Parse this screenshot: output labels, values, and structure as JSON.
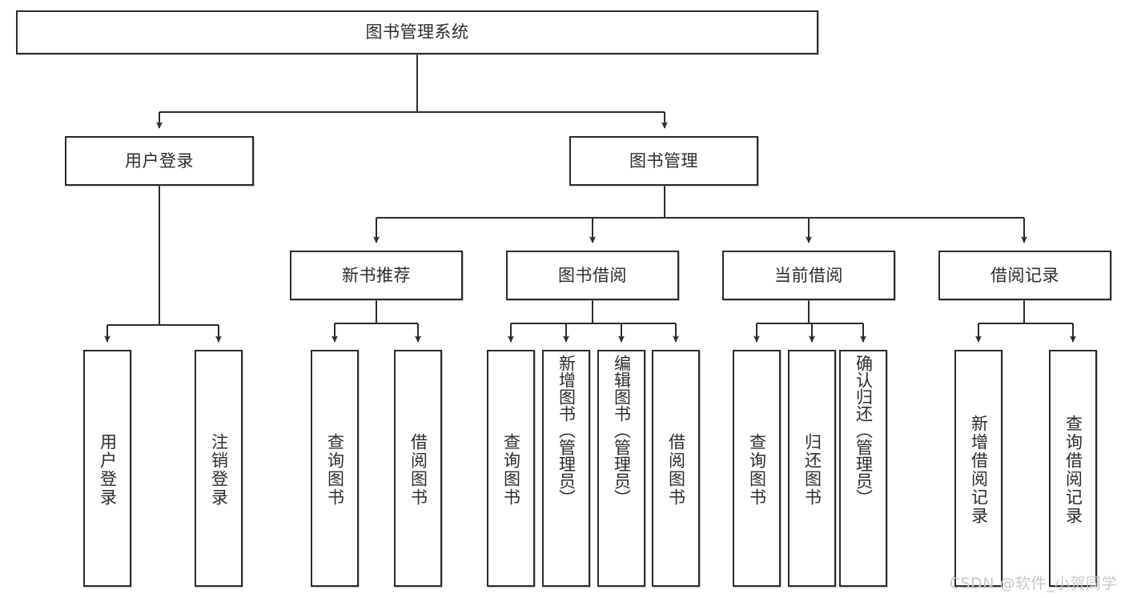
{
  "diagram": {
    "title": "图书管理系统",
    "type": "tree",
    "colors": {
      "box_border": "#2b2b2b",
      "box_fill": "#ffffff",
      "connector": "#2b2b2b",
      "text": "#2c2c2c",
      "watermark": "#c9c9c9",
      "background": "#ffffff"
    },
    "nodes": {
      "root": {
        "label": "图书管理系统"
      },
      "level2": [
        {
          "id": "user-login",
          "label": "用户登录"
        },
        {
          "id": "book-management",
          "label": "图书管理"
        }
      ],
      "level3": [
        {
          "id": "new-book-recommend",
          "label": "新书推荐"
        },
        {
          "id": "book-borrow",
          "label": "图书借阅"
        },
        {
          "id": "current-borrow",
          "label": "当前借阅"
        },
        {
          "id": "borrow-record",
          "label": "借阅记录"
        }
      ],
      "leaves": {
        "user-login": [
          {
            "id": "leaf-user-login",
            "label": "用户登录"
          },
          {
            "id": "leaf-logout-login",
            "label": "注销登录"
          }
        ],
        "new-book-recommend": [
          {
            "id": "leaf-query-book-1",
            "label": "查询图书"
          },
          {
            "id": "leaf-borrow-book-1",
            "label": "借阅图书"
          }
        ],
        "book-borrow": [
          {
            "id": "leaf-query-book-2",
            "label": "查询图书"
          },
          {
            "id": "leaf-add-book-admin",
            "label": "新增图书（管理员）"
          },
          {
            "id": "leaf-edit-book-admin",
            "label": "编辑图书（管理员）"
          },
          {
            "id": "leaf-borrow-book-2",
            "label": "借阅图书"
          }
        ],
        "current-borrow": [
          {
            "id": "leaf-query-book-3",
            "label": "查询图书"
          },
          {
            "id": "leaf-return-book",
            "label": "归还图书"
          },
          {
            "id": "leaf-confirm-return-admin",
            "label": "确认归还（管理员）"
          }
        ],
        "borrow-record": [
          {
            "id": "leaf-add-borrow-record",
            "label": "新增借阅记录"
          },
          {
            "id": "leaf-query-borrow-record",
            "label": "查询借阅记录"
          }
        ]
      }
    },
    "watermark": "CSDN @软件_小贺同学"
  }
}
